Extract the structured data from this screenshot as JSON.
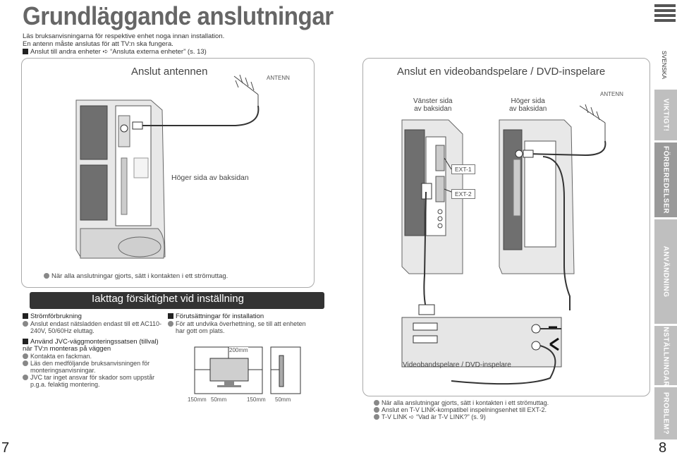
{
  "page": {
    "title": "Grundläggande anslutningar",
    "intro": [
      "Läs bruksanvisningarna för respektive enhet noga innan installation.",
      "En antenn måste anslutas för att TV:n ska fungera."
    ],
    "intro_ref": {
      "label": "Anslut till andra enheter",
      "target": "“Ansluta externa enheter” (s. 13)"
    },
    "left_page_number": "7",
    "right_page_number": "8"
  },
  "antenna_panel": {
    "title": "Anslut antennen",
    "antenna_label": "ANTENN",
    "side_label": "Höger sida av baksidan",
    "note": "När alla anslutningar gjorts, sätt i kontakten i ett strömuttag."
  },
  "vcr_panel": {
    "title": "Anslut en videobandspelare / DVD-inspelare",
    "left_side_label": [
      "Vänster sida",
      "av baksidan"
    ],
    "right_side_label": [
      "Höger sida",
      "av baksidan"
    ],
    "antenna_label": "ANTENN",
    "ext1": "EXT-1",
    "ext2": "EXT-2",
    "device_label": "Videobandspelare / DVD-inspelare",
    "notes": [
      "När alla anslutningar gjorts, sätt i kontakten i ett strömuttag.",
      "Anslut en T-V LINK-kompatibel inspelningsenhet till EXT-2."
    ],
    "link_note": {
      "label": "T-V LINK",
      "target": "“Vad är T-V LINK?” (s. 9)"
    }
  },
  "caution": {
    "title": "Iakttag försiktighet vid inställning",
    "power": {
      "heading": "Strömförbrukning",
      "items": [
        "Anslut endast nätsladden endast till ett AC110-240V, 50/60Hz eluttag."
      ]
    },
    "mount": {
      "heading": "Använd JVC-väggmonteringssatsen (tillval) när TV:n monteras på väggen",
      "items": [
        "Kontakta en fackman.",
        "Läs den medföljande bruksanvisningen för monteringsanvisningar.",
        "JVC tar inget ansvar för skador som uppstår p.g.a. felaktig montering."
      ]
    },
    "install": {
      "heading": "Förutsättningar för installation",
      "items": [
        "För att undvika överhettning, se till att enheten har gott om plats."
      ]
    },
    "clearance": {
      "top": "200mm",
      "left_side": "150mm",
      "rear_left": "50mm",
      "right_side": "150mm",
      "rear_right": "50mm"
    }
  },
  "side_tabs": {
    "language": "SVENSKA",
    "items": [
      "VIKTIGT!",
      "FÖRBEREDELSER",
      "ANVÄNDNING",
      "INSTÄLLNINGAR",
      "PROBLEM?"
    ]
  },
  "icons": {
    "bullet": "circle-bullet-icon",
    "square": "square-bullet-icon",
    "ref_arrow": "arrow-right-icon"
  },
  "colors": {
    "tab_bg": "#bfbfbf",
    "tab_active": "#9a9a9a",
    "caution_bar": "#333333",
    "title": "#666666"
  }
}
